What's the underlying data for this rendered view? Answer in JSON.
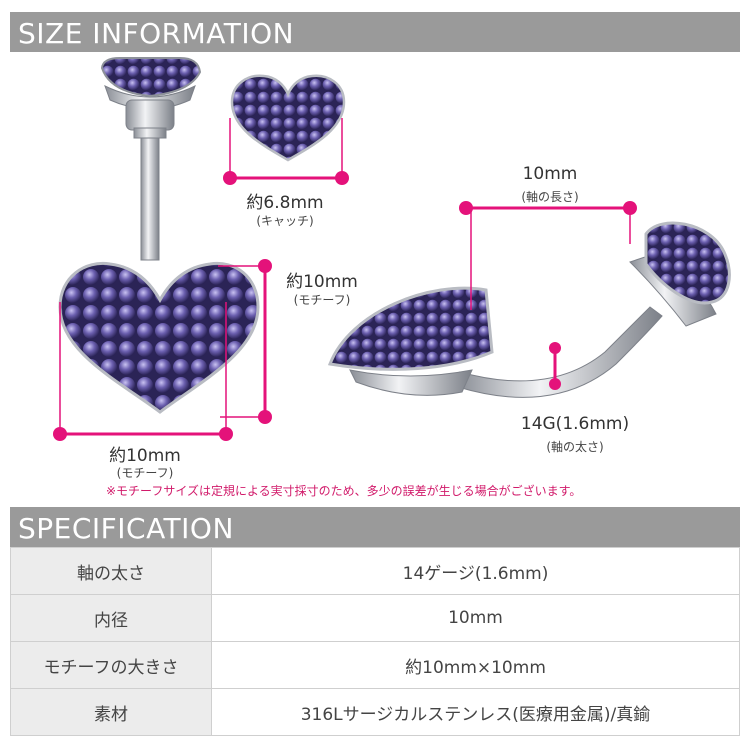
{
  "size_header": "SIZE INFORMATION",
  "spec_header": "SPECIFICATION",
  "dims": {
    "catch_size": "約6.8mm",
    "catch_caption": "(キャッチ)",
    "motif_height": "約10mm",
    "motif_height_caption": "(モチーフ)",
    "motif_width": "約10mm",
    "motif_width_caption": "(モチーフ)",
    "shaft_length": "10mm",
    "shaft_length_caption": "(軸の長さ)",
    "gauge": "14G(1.6mm)",
    "gauge_caption": "(軸の太さ)"
  },
  "note": "※モチーフサイズは定規による実寸採寸のため、多少の誤差が生じる場合がございます。",
  "colors": {
    "accent": "#e4127a",
    "header": "#9a9a9a",
    "gem": "#3e3476",
    "metal": "#c9ccd2"
  },
  "specs": [
    {
      "key": "軸の太さ",
      "value": "14ゲージ(1.6mm)"
    },
    {
      "key": "内径",
      "value": "10mm"
    },
    {
      "key": "モチーフの大きさ",
      "value": "約10mm×10mm"
    },
    {
      "key": "素材",
      "value": "316Lサージカルステンレス(医療用金属)/真鍮"
    }
  ]
}
